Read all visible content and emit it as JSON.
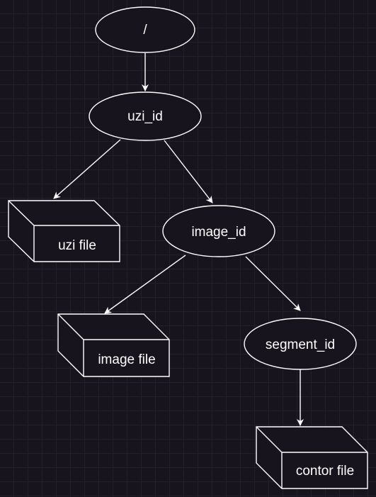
{
  "diagram": {
    "nodes": [
      {
        "id": "root",
        "label": "/",
        "shape": "ellipse"
      },
      {
        "id": "uzi_id",
        "label": "uzi_id",
        "shape": "ellipse"
      },
      {
        "id": "uzi_file",
        "label": "uzi file",
        "shape": "box3d"
      },
      {
        "id": "image_id",
        "label": "image_id",
        "shape": "ellipse"
      },
      {
        "id": "image_file",
        "label": "image file",
        "shape": "box3d"
      },
      {
        "id": "segment_id",
        "label": "segment_id",
        "shape": "ellipse"
      },
      {
        "id": "contor_file",
        "label": "contor file",
        "shape": "box3d"
      }
    ],
    "edges": [
      {
        "from": "root",
        "to": "uzi_id"
      },
      {
        "from": "uzi_id",
        "to": "uzi_file"
      },
      {
        "from": "uzi_id",
        "to": "image_id"
      },
      {
        "from": "image_id",
        "to": "image_file"
      },
      {
        "from": "image_id",
        "to": "segment_id"
      },
      {
        "from": "segment_id",
        "to": "contor_file"
      }
    ],
    "colors": {
      "background": "#18141d",
      "grid": "#232029",
      "stroke": "#ffffff",
      "text": "#ffffff"
    }
  }
}
